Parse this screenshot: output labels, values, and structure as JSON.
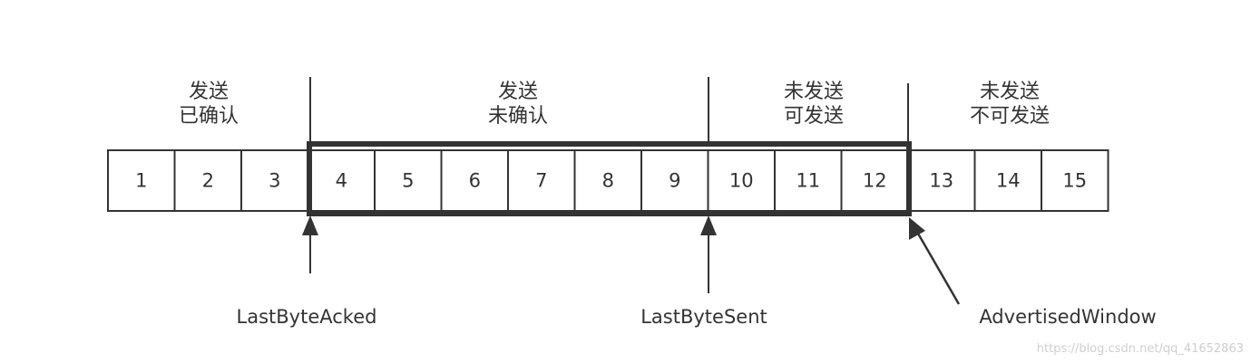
{
  "regions": [
    {
      "line1": "发送",
      "line2": "已确认"
    },
    {
      "line1": "发送",
      "line2": "未确认"
    },
    {
      "line1": "未发送",
      "line2": "可发送"
    },
    {
      "line1": "未发送",
      "line2": "不可发送"
    }
  ],
  "cells": [
    "1",
    "2",
    "3",
    "4",
    "5",
    "6",
    "7",
    "8",
    "9",
    "10",
    "11",
    "12",
    "13",
    "14",
    "15"
  ],
  "pointers": {
    "last_byte_acked": "LastByteAcked",
    "last_byte_sent": "LastByteSent",
    "advertised_window": "AdvertisedWindow"
  },
  "watermark": "https://blog.csdn.net/qq_41652863",
  "colors": {
    "stroke": "#333333",
    "text": "#333333",
    "watermark": "#cfcfcf"
  }
}
